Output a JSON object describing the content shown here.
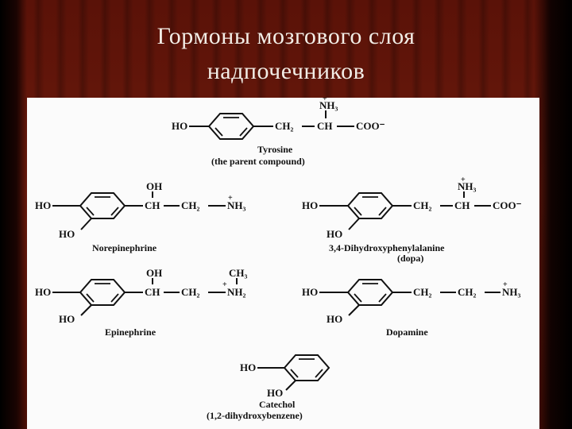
{
  "title": {
    "line1": "Гормоны мозгового слоя",
    "line2": "надпочечников"
  },
  "compounds": {
    "tyrosine": {
      "name": "Tyrosine",
      "note": "(the parent compound)",
      "ho": "HO",
      "ch2": "CH₂",
      "ch": "CH",
      "coo": "COO⁻",
      "nh3": "NH₃",
      "plus": "+"
    },
    "norepinephrine": {
      "name": "Norepinephrine",
      "ho1": "HO",
      "ho2": "HO",
      "oh": "OH",
      "ch": "CH",
      "ch2": "CH₂",
      "nh3": "NH₃",
      "plus": "+"
    },
    "dopa": {
      "name": "3,4-Dihydroxyphenylalanine",
      "note": "(dopa)",
      "ho1": "HO",
      "ho2": "HO",
      "ch2": "CH₂",
      "ch": "CH",
      "coo": "COO⁻",
      "nh3": "NH₃",
      "plus": "+"
    },
    "epinephrine": {
      "name": "Epinephrine",
      "ho1": "HO",
      "ho2": "HO",
      "oh": "OH",
      "ch": "CH",
      "ch2": "CH₂",
      "nh2": "NH₂",
      "ch3": "CH₃",
      "plus": "+"
    },
    "dopamine": {
      "name": "Dopamine",
      "ho1": "HO",
      "ho2": "HO",
      "ch2a": "CH₂",
      "ch2b": "CH₂",
      "nh3": "NH₃",
      "plus": "+"
    },
    "catechol": {
      "name": "Catechol",
      "note": "(1,2-dihydroxybenzene)",
      "ho1": "HO",
      "ho2": "HO"
    }
  }
}
